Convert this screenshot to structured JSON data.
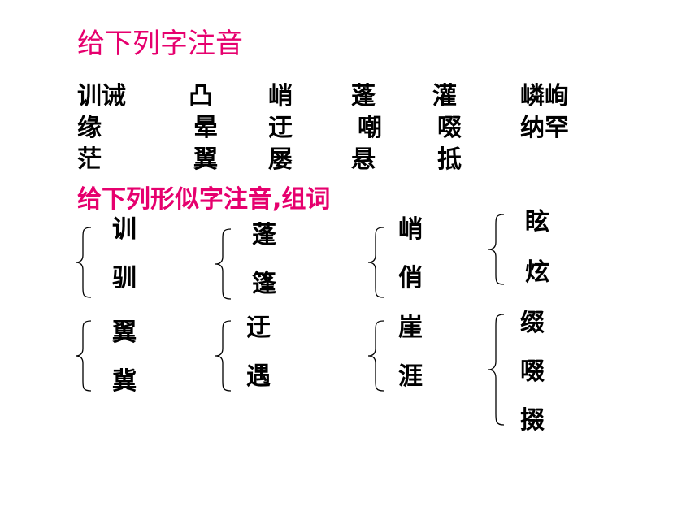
{
  "title_phonetic": "给下列字注音",
  "title_similar": "给下列形似字注音,组词",
  "phonetic_words": {
    "row1": [
      "训诫",
      "凸",
      "峭",
      "蓬",
      "灌",
      "嶙峋"
    ],
    "row2": [
      "缘",
      "晕",
      "迂",
      "嘲",
      "啜",
      "纳罕"
    ],
    "row3": [
      "茫",
      "翼",
      "屡",
      "悬",
      "抵"
    ]
  },
  "similar_groups": [
    {
      "chars": [
        "训",
        "驯"
      ]
    },
    {
      "chars": [
        "蓬",
        "篷"
      ]
    },
    {
      "chars": [
        "峭",
        "俏"
      ]
    },
    {
      "chars": [
        "眩",
        "炫"
      ]
    },
    {
      "chars": [
        "翼",
        "冀"
      ]
    },
    {
      "chars": [
        "迂",
        "遇"
      ]
    },
    {
      "chars": [
        "崖",
        "涯"
      ]
    },
    {
      "chars": [
        "缀",
        "啜",
        "掇"
      ]
    }
  ]
}
